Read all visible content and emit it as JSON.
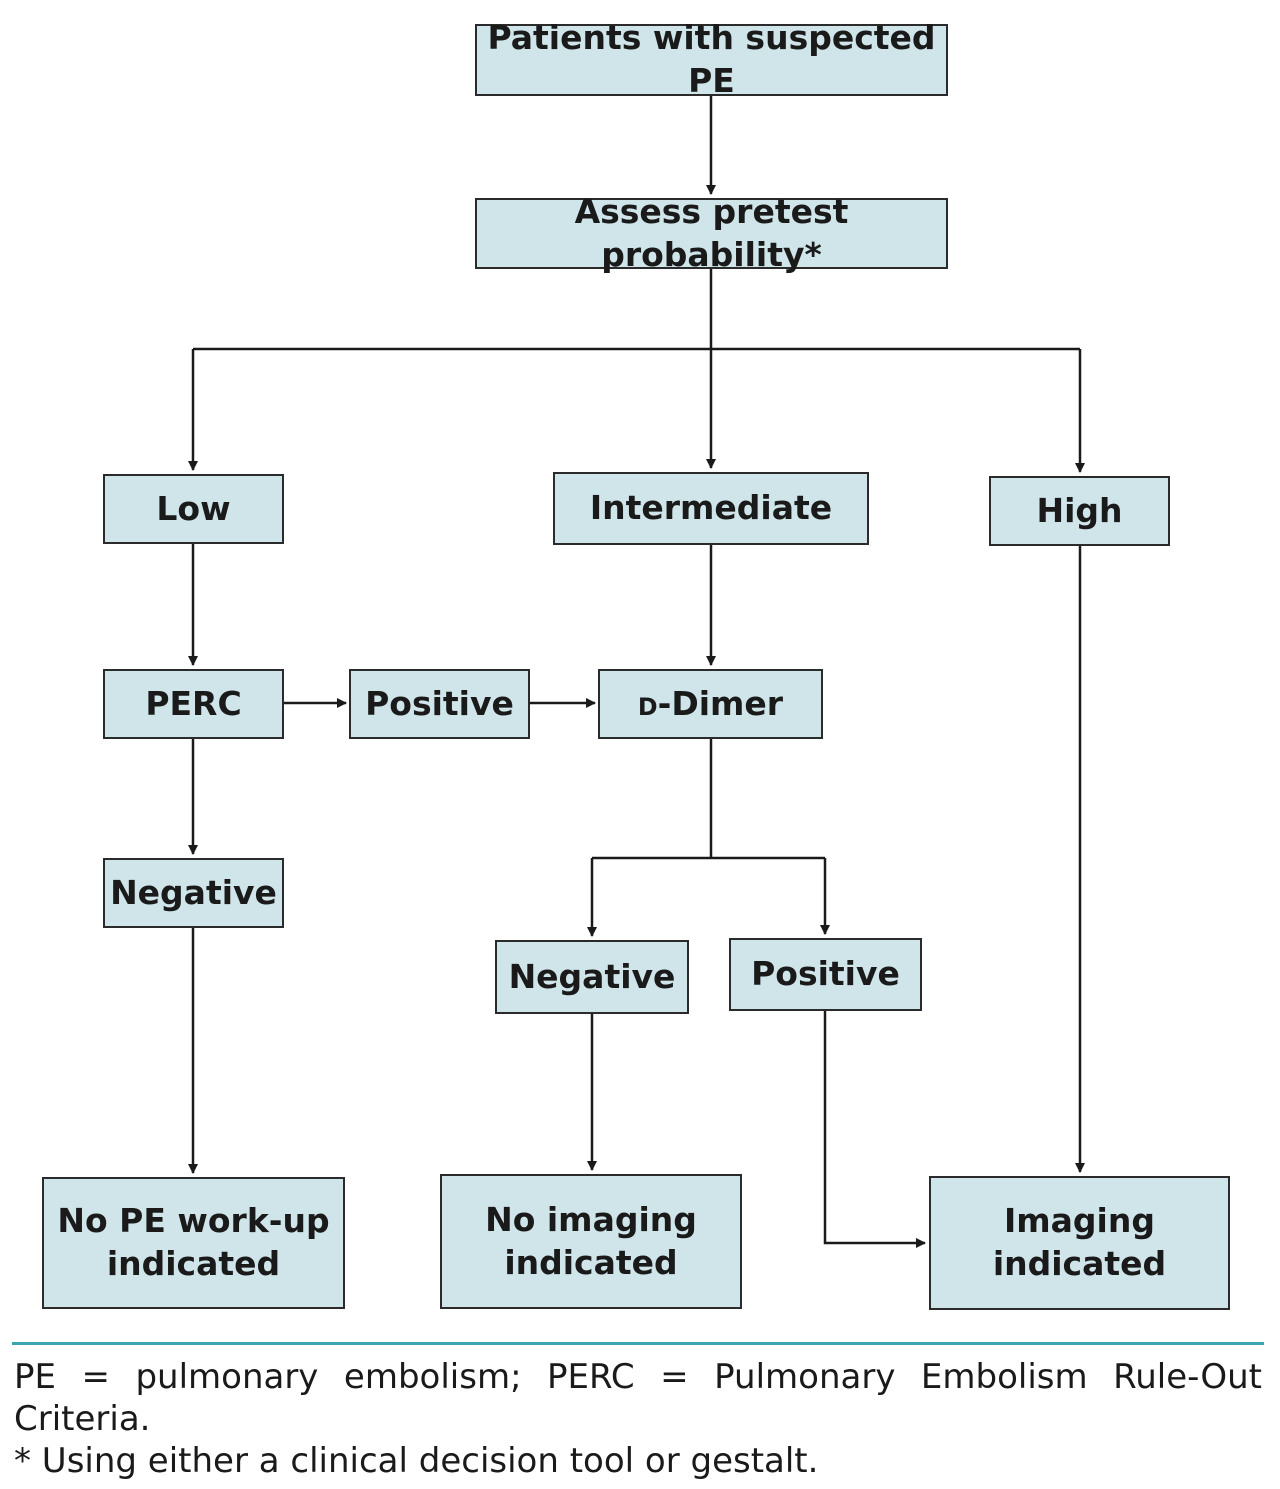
{
  "nodes": {
    "start": "Patients with suspected PE",
    "assess": "Assess pretest probability*",
    "low": "Low",
    "intermediate": "Intermediate",
    "high": "High",
    "perc": "PERC",
    "perc_positive": "Positive",
    "ddimer_prefix": "d",
    "ddimer_rest": "-Dimer",
    "perc_negative": "Negative",
    "ddimer_negative": "Negative",
    "ddimer_positive": "Positive",
    "no_workup_line1": "No PE work-up",
    "no_workup_line2": "indicated",
    "no_imaging_line1": "No imaging",
    "no_imaging_line2": "indicated",
    "imaging_line1": "Imaging",
    "imaging_line2": "indicated"
  },
  "footnotes": {
    "abbreviations": "PE = pulmonary embolism; PERC = Pulmonary Embolism Rule-Out Criteria.",
    "asterisk": "* Using either a clinical decision tool or gestalt."
  },
  "colors": {
    "box_fill": "#cfe5ea",
    "box_border": "#2b2b2b",
    "rule": "#3aa7b0"
  }
}
